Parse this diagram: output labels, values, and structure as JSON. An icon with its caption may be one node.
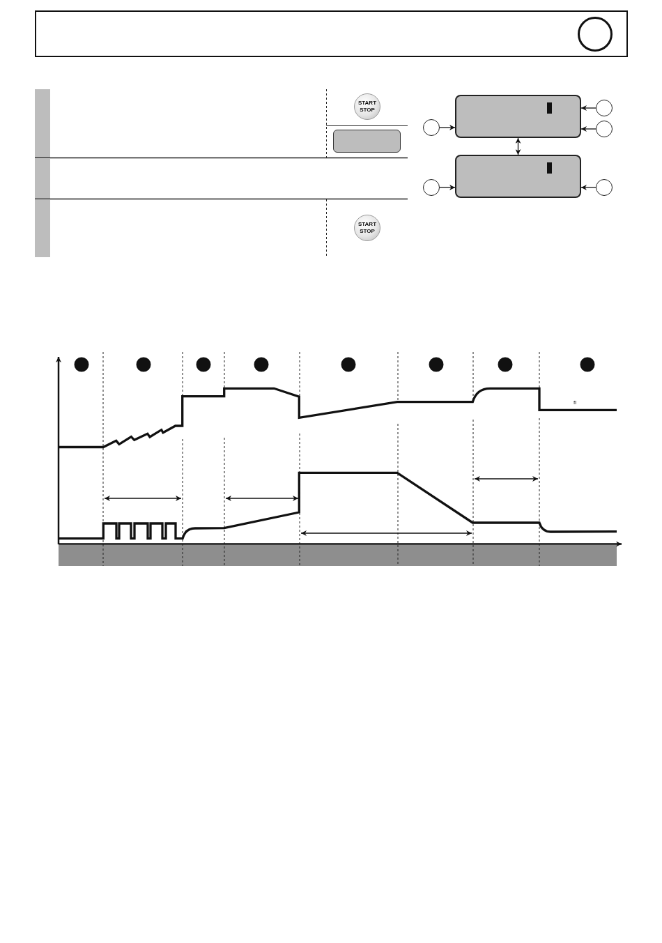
{
  "diagram": {
    "nodes": [
      {
        "text": [],
        "shape": "box"
      },
      {
        "text": [],
        "shape": "box"
      },
      {
        "text": [],
        "shape": "circle"
      },
      {
        "text": [],
        "shape": "circle"
      },
      {
        "text": [],
        "shape": "circle"
      },
      {
        "text": [],
        "shape": "circle"
      },
      {
        "text": [],
        "shape": "circle"
      }
    ],
    "edges": [
      {
        "from": 2,
        "to": 0,
        "arrow": "to"
      },
      {
        "from": 3,
        "to": 0,
        "arrow": "to"
      },
      {
        "from": 4,
        "to": 0,
        "arrow": "to"
      },
      {
        "from": 0,
        "to": 1,
        "arrow": "both"
      },
      {
        "from": 5,
        "to": 1,
        "arrow": "to"
      },
      {
        "from": 6,
        "to": 1,
        "arrow": "to"
      }
    ],
    "labels": [
      "START STOP",
      "START STOP",
      "fl"
    ]
  }
}
